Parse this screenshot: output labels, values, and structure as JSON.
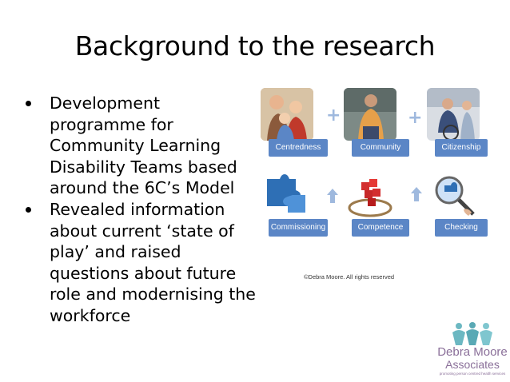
{
  "slide": {
    "title": "Background to the research",
    "bullets": [
      "Development programme for Community Learning Disability Teams based around the 6C’s Model",
      "Revealed information about current ‘state of play’ and raised questions about future role and modernising the workforce"
    ]
  },
  "diagram": {
    "top_row": [
      "Centredness",
      "Community",
      "Citizenship"
    ],
    "bottom_row": [
      "Commissioning",
      "Competence",
      "Checking"
    ],
    "plus_symbol": "+",
    "caption_color": "#5b86c6",
    "copyright": "©Debra Moore. All rights reserved"
  },
  "logo": {
    "name_line1": "Debra Moore",
    "name_line2": "Associates",
    "tagline": "promoting person centred health services"
  }
}
